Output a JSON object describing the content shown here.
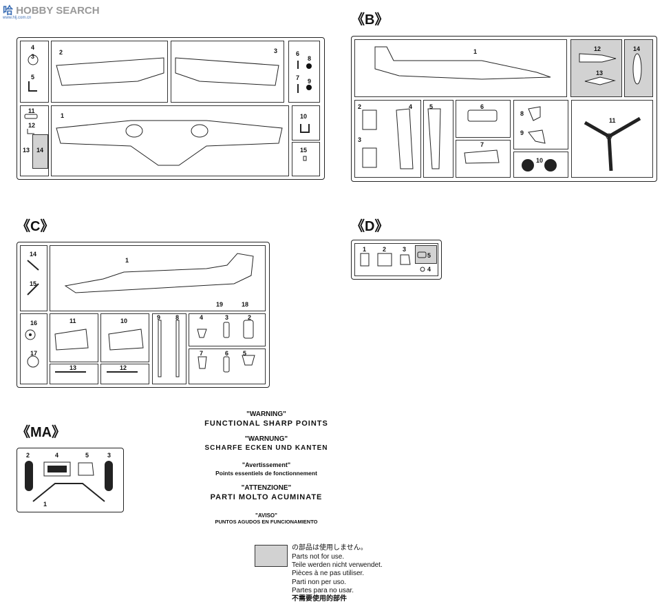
{
  "watermark": {
    "logo_text": "哈",
    "brand": "HOBBY SEARCH",
    "sub": "www.hlj.com.cn"
  },
  "sections": {
    "A": "",
    "B": "《B》",
    "C": "《C》",
    "D": "《D》",
    "MA": "《MA》"
  },
  "parts": {
    "A": [
      "4",
      "3",
      "5",
      "2",
      "3",
      "6",
      "8",
      "7",
      "9",
      "11",
      "12",
      "1",
      "10",
      "13",
      "14",
      "15"
    ],
    "B": [
      "1",
      "12",
      "14",
      "13",
      "2",
      "4",
      "5",
      "6",
      "3",
      "8",
      "9",
      "11",
      "7",
      "10"
    ],
    "C": [
      "14",
      "15",
      "1",
      "19",
      "18",
      "16",
      "17",
      "11",
      "10",
      "9",
      "8",
      "4",
      "3",
      "2",
      "13",
      "12",
      "7",
      "6",
      "5"
    ],
    "D": [
      "1",
      "2",
      "3",
      "5",
      "4"
    ],
    "MA": [
      "2",
      "4",
      "5",
      "3",
      "1"
    ]
  },
  "warnings": [
    {
      "title": "\"WARNING\"",
      "text": "FUNCTIONAL SHARP POINTS"
    },
    {
      "title": "\"WARNUNG\"",
      "text": "SCHARFE ECKEN UND KANTEN"
    },
    {
      "title": "\"Avertissement\"",
      "text": "Points essentiels de fonctionnement"
    },
    {
      "title": "\"ATTENZIONE\"",
      "text": "PARTI MOLTO ACUMINATE"
    },
    {
      "title": "\"AVISO\"",
      "text": "PUNTOS AGUDOS EN FUNCIONAMIENTO"
    }
  ],
  "legend": [
    "の部品は使用しません。",
    "Parts not for use.",
    "Teile werden nicht verwendet.",
    "Pièces à ne pas utiliser.",
    "Parti non per uso.",
    "Partes para no usar.",
    "不需要使用的部件"
  ],
  "colors": {
    "unused_fill": "#d2d2d2",
    "ink": "#222222"
  }
}
